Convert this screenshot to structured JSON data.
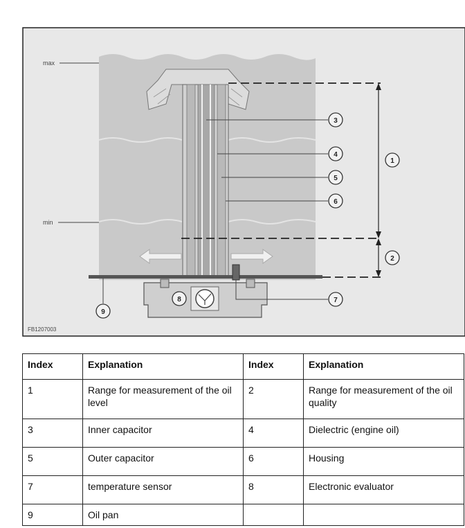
{
  "figure": {
    "label_max": "max",
    "label_min": "min",
    "code": "FB1207003",
    "callouts": [
      "1",
      "2",
      "3",
      "4",
      "5",
      "6",
      "7",
      "8",
      "9"
    ],
    "colors": {
      "oil": "#c4c4c4",
      "frame": "#222222",
      "panel": "#e6e6e6"
    }
  },
  "table": {
    "headers": [
      "Index",
      "Explanation",
      "Index",
      "Explanation"
    ],
    "rows": [
      [
        "1",
        "Range for measurement of the oil level",
        "2",
        "Range for measurement of the oil quality"
      ],
      [
        "3",
        "Inner capacitor",
        "4",
        "Dielectric (engine oil)"
      ],
      [
        "5",
        "Outer capacitor",
        "6",
        "Housing"
      ],
      [
        "7",
        "temperature sensor",
        "8",
        "Electronic evaluator"
      ],
      [
        "9",
        "Oil pan",
        "",
        ""
      ]
    ]
  }
}
